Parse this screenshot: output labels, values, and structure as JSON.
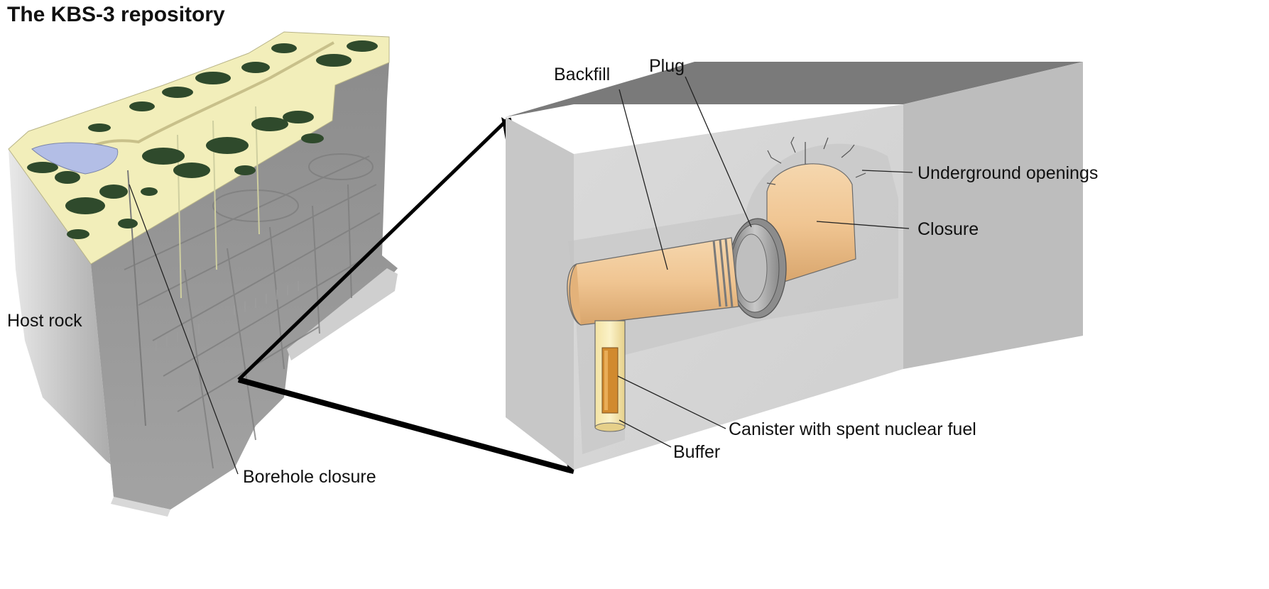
{
  "title": "The KBS-3 repository",
  "labels": {
    "host_rock": "Host rock",
    "borehole_closure": "Borehole closure",
    "backfill": "Backfill",
    "plug": "Plug",
    "underground_openings": "Underground openings",
    "closure": "Closure",
    "canister": "Canister with spent nuclear fuel",
    "buffer": "Buffer"
  },
  "colors": {
    "ground_surface": "#f2eeba",
    "forest": "#2f4a2c",
    "lake": "#b3bee6",
    "rock": "#8f8f8f",
    "rock_light": "#d4d4d4",
    "bentonite": "#f0c592",
    "canister": "#d18a2e",
    "plug": "#9e9e9e"
  }
}
